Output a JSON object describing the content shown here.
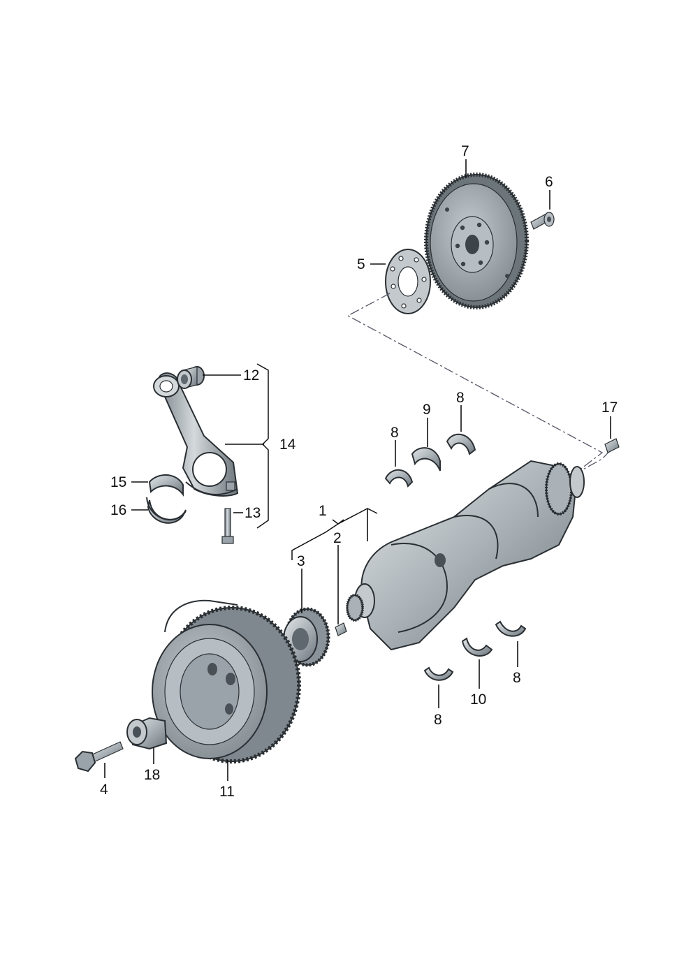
{
  "callouts": [
    {
      "id": "1",
      "label": "1"
    },
    {
      "id": "2",
      "label": "2"
    },
    {
      "id": "3",
      "label": "3"
    },
    {
      "id": "4",
      "label": "4"
    },
    {
      "id": "5",
      "label": "5"
    },
    {
      "id": "6",
      "label": "6"
    },
    {
      "id": "7",
      "label": "7"
    },
    {
      "id": "8a",
      "label": "8"
    },
    {
      "id": "8b",
      "label": "8"
    },
    {
      "id": "8c",
      "label": "8"
    },
    {
      "id": "8d",
      "label": "8"
    },
    {
      "id": "9",
      "label": "9"
    },
    {
      "id": "10",
      "label": "10"
    },
    {
      "id": "11",
      "label": "11"
    },
    {
      "id": "12",
      "label": "12"
    },
    {
      "id": "13",
      "label": "13"
    },
    {
      "id": "14",
      "label": "14"
    },
    {
      "id": "15",
      "label": "15"
    },
    {
      "id": "16",
      "label": "16"
    },
    {
      "id": "17",
      "label": "17"
    },
    {
      "id": "18",
      "label": "18"
    }
  ],
  "colors": {
    "metal_light": "#c9cfd3",
    "metal_mid": "#9aa3a9",
    "metal_dark": "#5f686e",
    "outline": "#2a2f33",
    "chain_line": "#556677"
  }
}
